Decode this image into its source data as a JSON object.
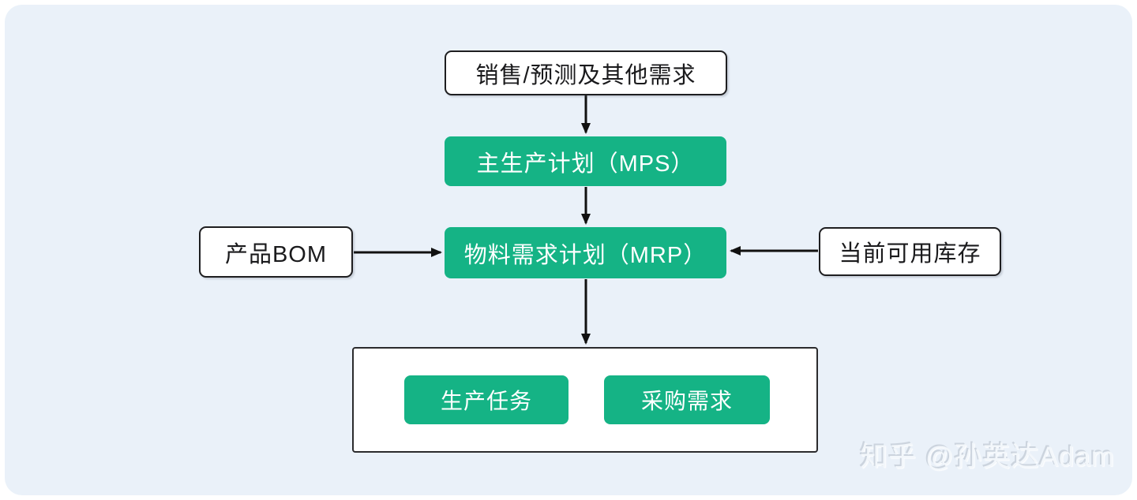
{
  "diagram": {
    "title_semantic": "MRP planning flowchart",
    "nodes": {
      "sales": "销售/预测及其他需求",
      "mps": "主生产计划（MPS）",
      "bom": "产品BOM",
      "mrp": "物料需求计划（MRP）",
      "inventory": "当前可用库存",
      "production": "生产任务",
      "purchase": "采购需求"
    },
    "edges": [
      {
        "from": "sales",
        "to": "mps"
      },
      {
        "from": "mps",
        "to": "mrp"
      },
      {
        "from": "bom",
        "to": "mrp"
      },
      {
        "from": "inventory",
        "to": "mrp"
      },
      {
        "from": "mrp",
        "to": "outputs-container"
      }
    ]
  },
  "watermark": "知乎 @孙英达Adam",
  "colors": {
    "accent_green": "#15b385",
    "background_card": "#eaf1f9",
    "page_background": "#ffffff",
    "box_border": "#1e1e20",
    "arrow": "#111111",
    "green_box_text": "#ffffff",
    "white_box_text": "#1a1a1c",
    "watermark_text": "#f3f7fb"
  }
}
